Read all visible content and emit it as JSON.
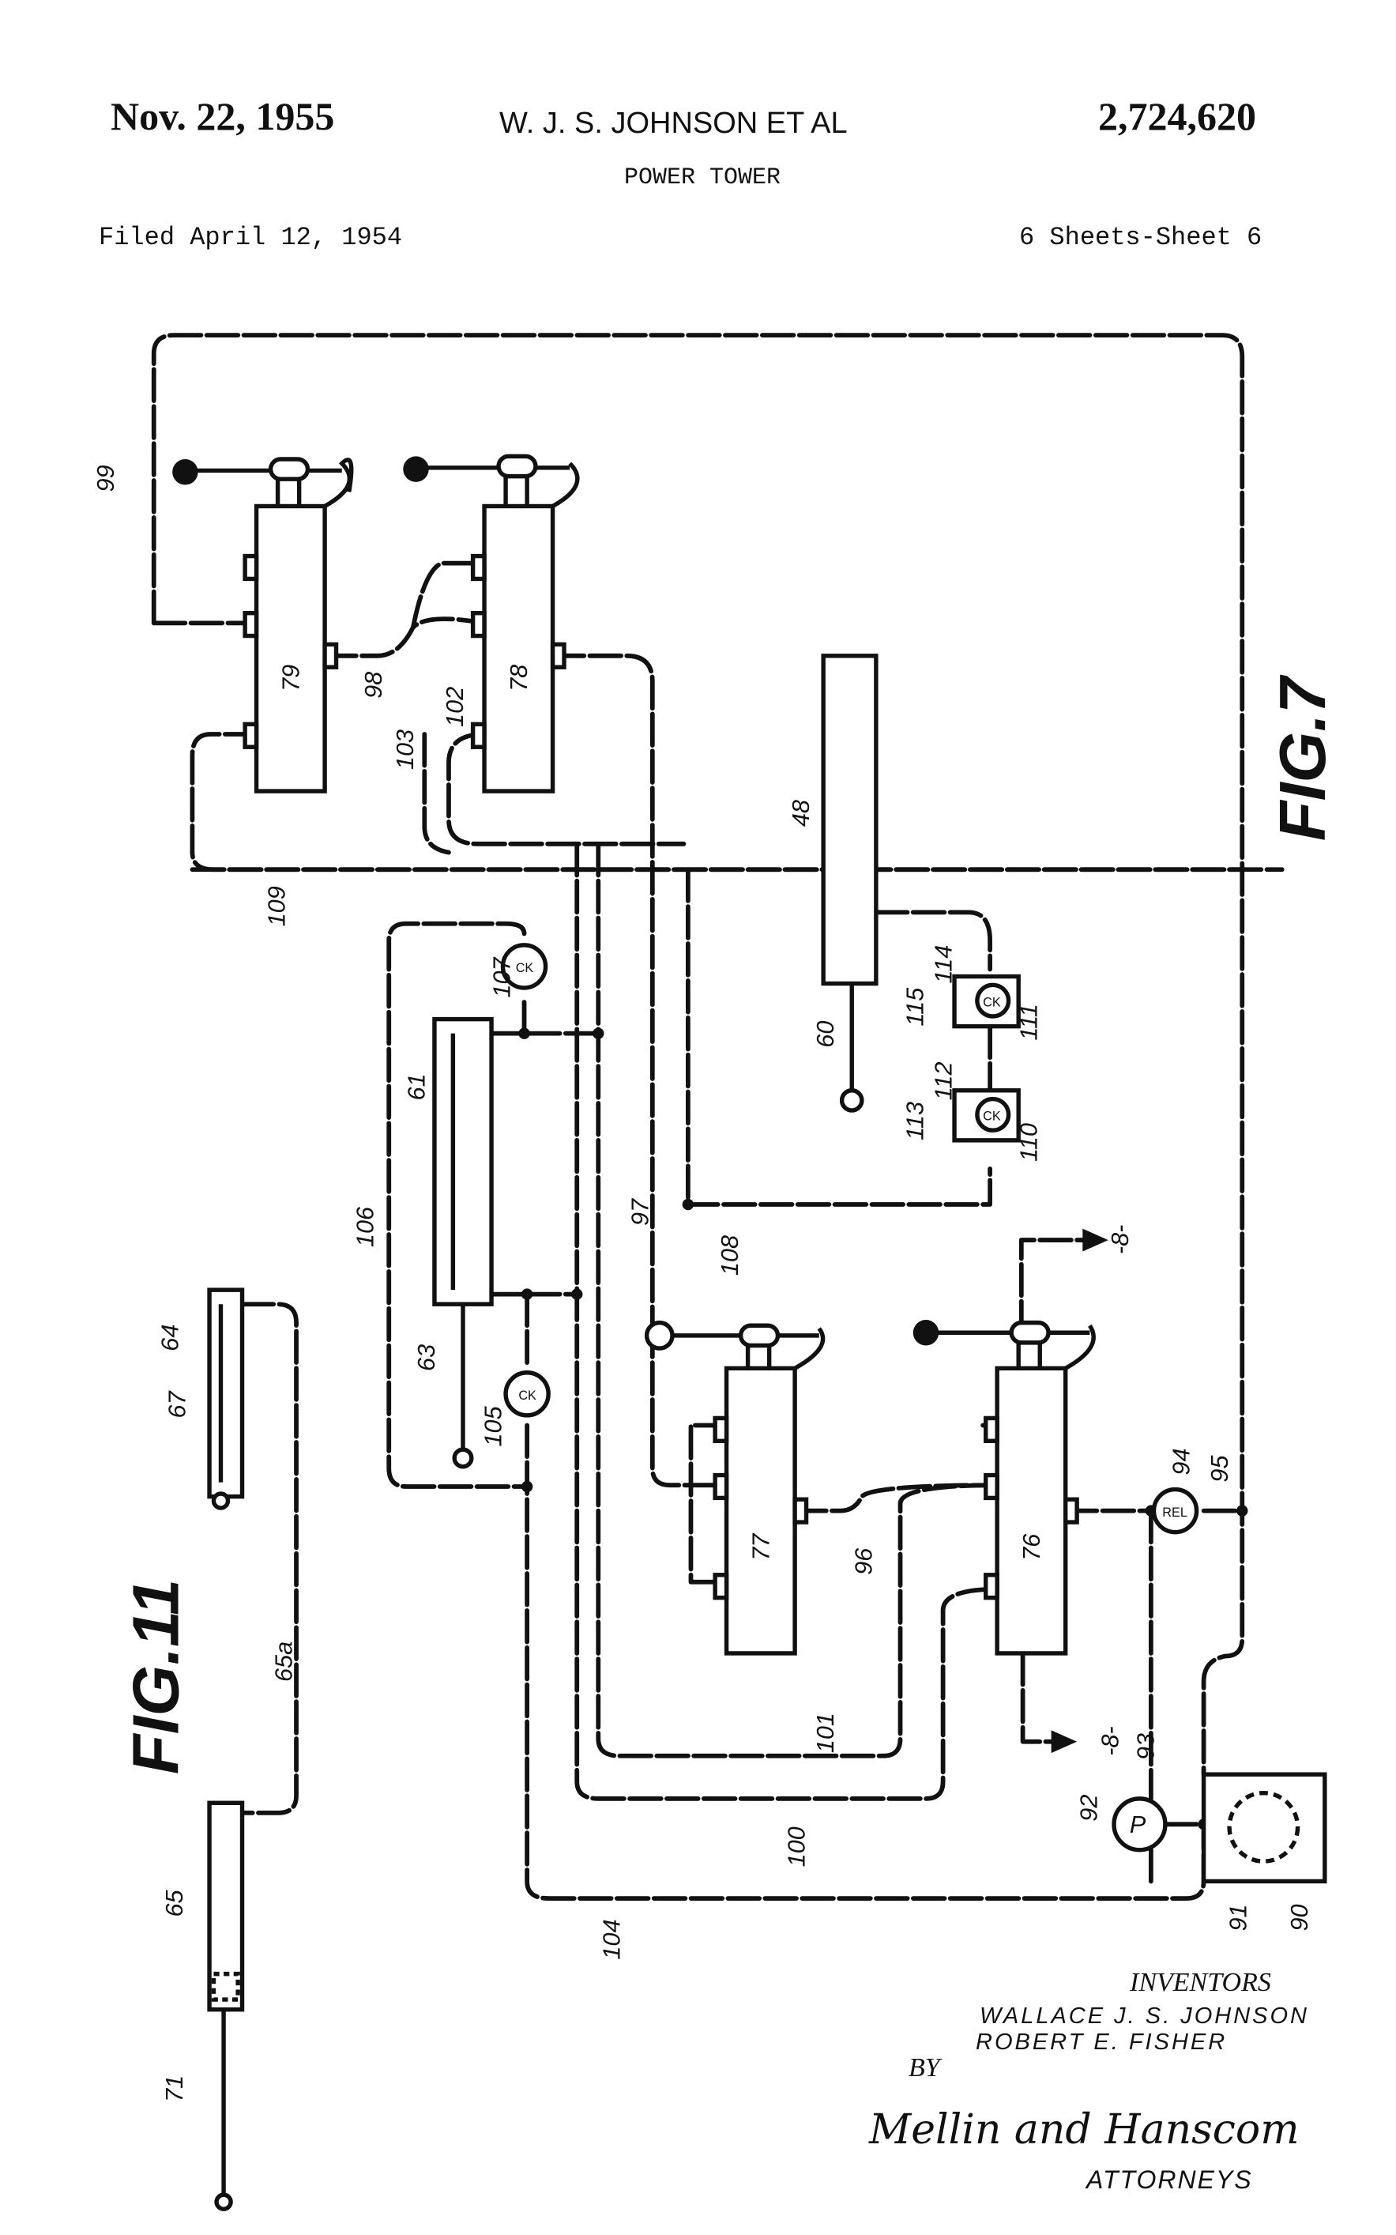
{
  "header": {
    "date": "Nov. 22, 1955",
    "inventor": "W. J. S. JOHNSON  ET AL",
    "patent_number": "2,724,620",
    "title": "POWER TOWER",
    "filed": "Filed April 12, 1954",
    "sheets": "6 Sheets-Sheet 6"
  },
  "figures": {
    "fig7": "FIG.7",
    "fig11": "FIG.11"
  },
  "check_valve_text": "CK",
  "relief_valve_text": "REL",
  "pump_text": "P",
  "labels": {
    "l99": "99",
    "l79": "79",
    "l78": "78",
    "l98": "98",
    "l102": "102",
    "l103": "103",
    "l109": "109",
    "l107": "107",
    "l61": "61",
    "l106": "106",
    "l63": "63",
    "l105": "105",
    "l97": "97",
    "l108": "108",
    "l48": "48",
    "l60": "60",
    "l114": "114",
    "l115": "115",
    "l111": "111",
    "l112": "112",
    "l113": "113",
    "l110": "110",
    "l8a": "-8-",
    "l8b": "-8-",
    "l77": "77",
    "l76": "76",
    "l96": "96",
    "l94": "94",
    "l95": "95",
    "l93": "93",
    "l92": "92",
    "l101": "101",
    "l100": "100",
    "l104": "104",
    "l91": "91",
    "l90": "90",
    "l64": "64",
    "l67": "67",
    "l65a": "65a",
    "l65": "65",
    "l71": "71"
  },
  "signature": {
    "inventors_heading": "INVENTORS",
    "inventor_1": "WALLACE J. S. JOHNSON",
    "inventor_2": "ROBERT E. FISHER",
    "by": "BY",
    "attorneys_signature": "Mellin and Hanscom",
    "attorneys_label": "ATTORNEYS"
  }
}
